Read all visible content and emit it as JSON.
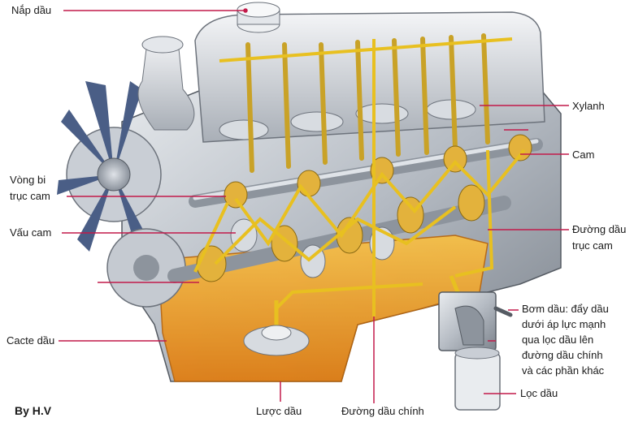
{
  "labels": {
    "nap_dau": "Nắp dầu",
    "xylanh": "Xylanh",
    "cam": "Cam",
    "vong_bi_1": "Vòng bi",
    "vong_bi_2": "trục cam",
    "vau_cam": "Vấu cam",
    "duong_dau_truc_cam_1": "Đường dầu",
    "duong_dau_truc_cam_2": "trục cam",
    "bom_dau_1": "Bơm dầu: đẩy dầu",
    "bom_dau_2": "dưới áp lực mạnh",
    "bom_dau_3": "qua lọc dầu lên",
    "bom_dau_4": "đường dầu chính",
    "bom_dau_5": "và các phần khác",
    "cacte_dau": "Cacte dầu",
    "loc_dau": "Lọc dầu",
    "luoc_dau": "Lược dầu",
    "duong_dau_chinh": "Đường dầu chính",
    "credit": "By H.V"
  },
  "colors": {
    "leader": "#c21a4a",
    "oil": "#f2a11c",
    "oil_line": "#e8c020",
    "metal": "#b9bec6",
    "metal_dark": "#6d737c",
    "fan": "#4a5e86"
  }
}
